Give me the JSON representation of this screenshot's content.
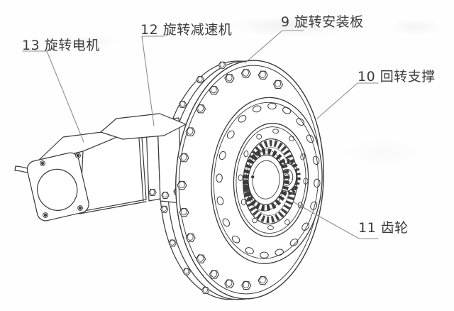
{
  "diagram": {
    "kind": "mechanical exploded-view line drawing of a slewing drive assembly",
    "language": "zh-CN"
  },
  "labels": [
    {
      "number": "13",
      "part": "旋转电机",
      "text": "13 旋转电机"
    },
    {
      "number": "12",
      "part": "旋转减速机",
      "text": "12 旋转减速机"
    },
    {
      "number": "9",
      "part": "旋转安装板",
      "text": "9 旋转安装板"
    },
    {
      "number": "10",
      "part": "回转支撑",
      "text": "10 回转支撑"
    },
    {
      "number": "11",
      "part": "齿轮",
      "text": "11 齿轮"
    }
  ],
  "colors": {
    "drawing_line": "#3a3a3a",
    "leader_line": "#8d8d8d",
    "label_text": "#3b3b3b",
    "background": "#ffffff"
  }
}
